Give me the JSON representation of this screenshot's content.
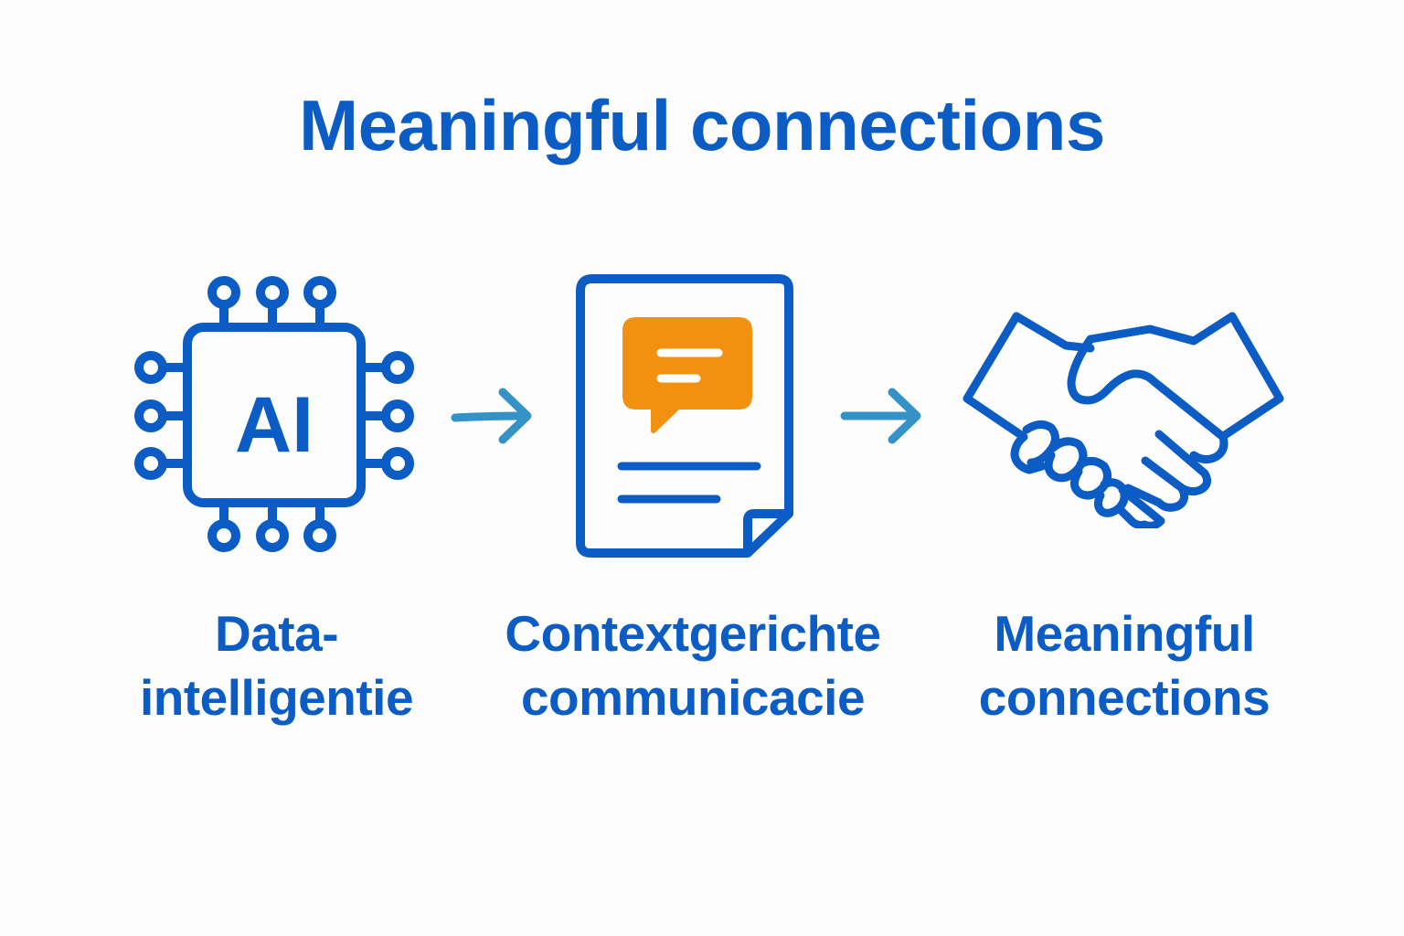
{
  "title": "Meaningful connections",
  "colors": {
    "background": "#fdfdfd",
    "primary_blue": "#0b5cc4",
    "arrow_blue": "#3592c7",
    "accent_orange": "#f2900f"
  },
  "steps": [
    {
      "icon": "ai-chip-icon",
      "icon_text": "AI",
      "label_lines": [
        "Data-",
        "intelligentie"
      ]
    },
    {
      "icon": "document-chat-icon",
      "label_lines": [
        "Contextgerichte",
        "communicacie"
      ]
    },
    {
      "icon": "handshake-icon",
      "label_lines": [
        "Meaningful",
        "connections"
      ]
    }
  ],
  "arrows": [
    {
      "icon": "arrow-right-icon",
      "from": 0,
      "to": 1
    },
    {
      "icon": "arrow-right-icon",
      "from": 1,
      "to": 2
    }
  ]
}
